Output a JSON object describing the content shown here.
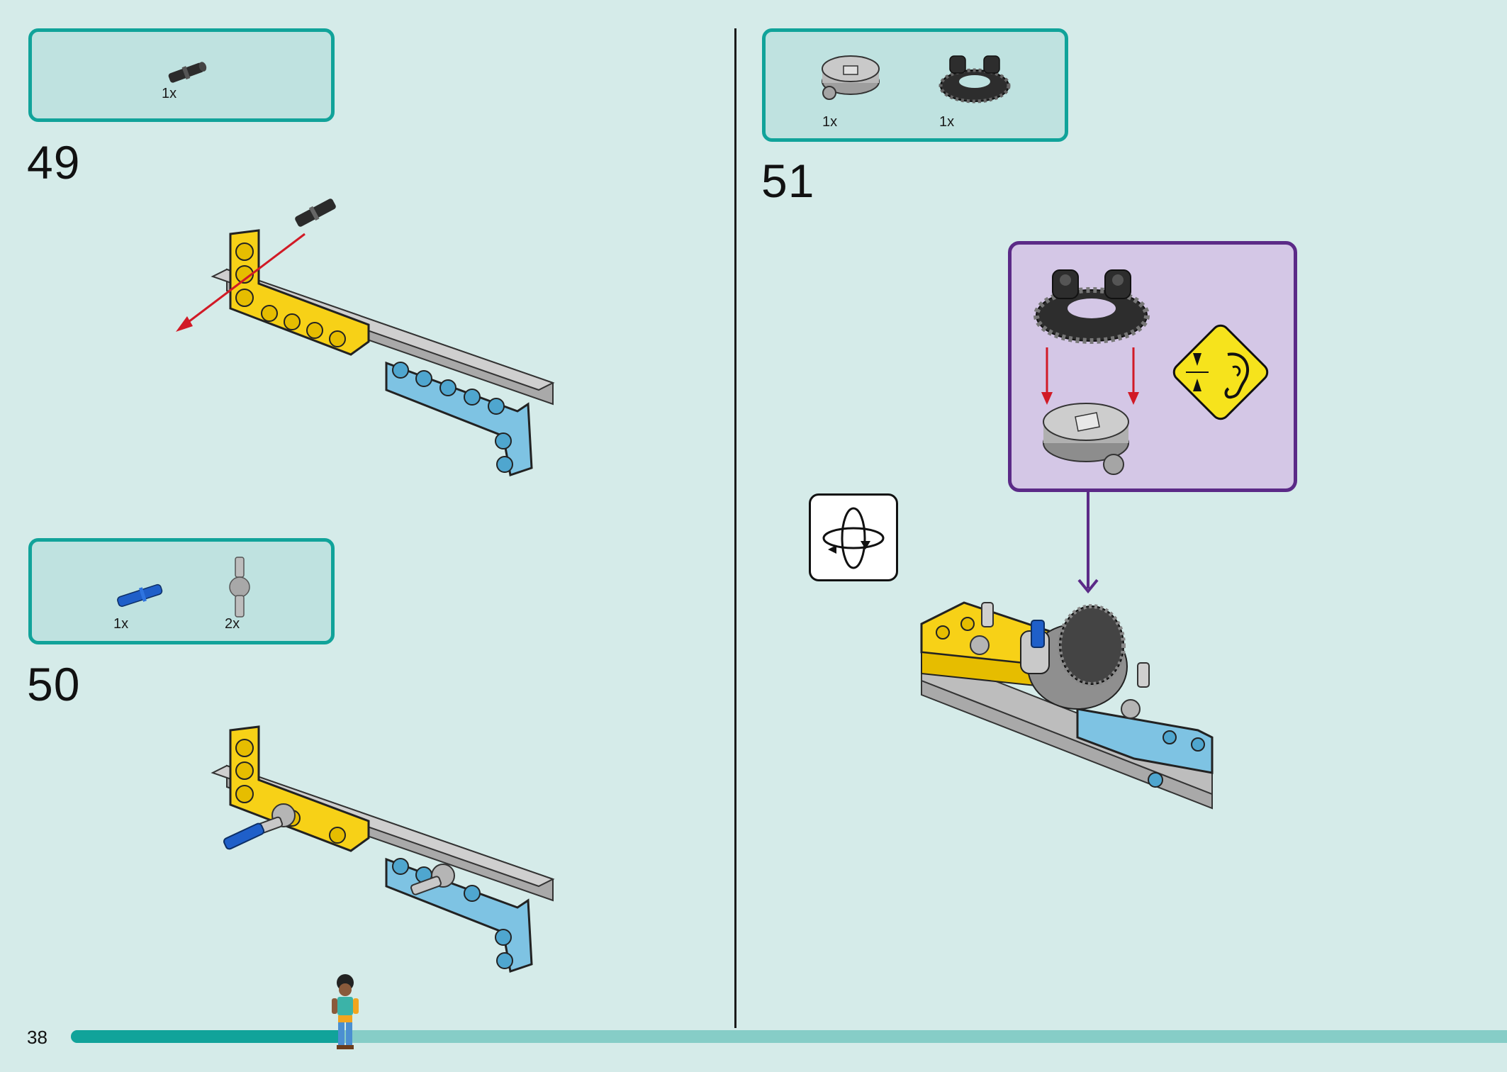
{
  "page": {
    "number": "38"
  },
  "steps": [
    {
      "number": "49",
      "parts": [
        {
          "qty": "1x",
          "icon": "axle-pin-connector-black-icon"
        }
      ]
    },
    {
      "number": "50",
      "parts": [
        {
          "qty": "1x",
          "icon": "blue-axle-pin-icon"
        },
        {
          "qty": "2x",
          "icon": "gray-pin-cross-connector-icon"
        }
      ]
    },
    {
      "number": "51",
      "parts": [
        {
          "qty": "1x",
          "icon": "turntable-base-icon"
        },
        {
          "qty": "1x",
          "icon": "turntable-gear-top-icon"
        }
      ]
    }
  ],
  "callout": {
    "icons": [
      "turntable-gear-top-icon",
      "turntable-base-icon",
      "click-sound-warning-icon"
    ]
  },
  "rotate": {
    "icon": "rotate-model-icon"
  },
  "progress": {
    "fraction": 0.19,
    "colors": {
      "done": "#11a39a",
      "remaining": "#86cdc7"
    }
  },
  "colors": {
    "background": "#d5ebe9",
    "box_fill": "#bfe2e0",
    "box_border": "#11a39a",
    "callout_border": "#5b2a87",
    "callout_fill": "#d4c7e6",
    "yellow": "#f7d117",
    "blue": "#7ec3e3",
    "gray": "#a9a9a9"
  }
}
